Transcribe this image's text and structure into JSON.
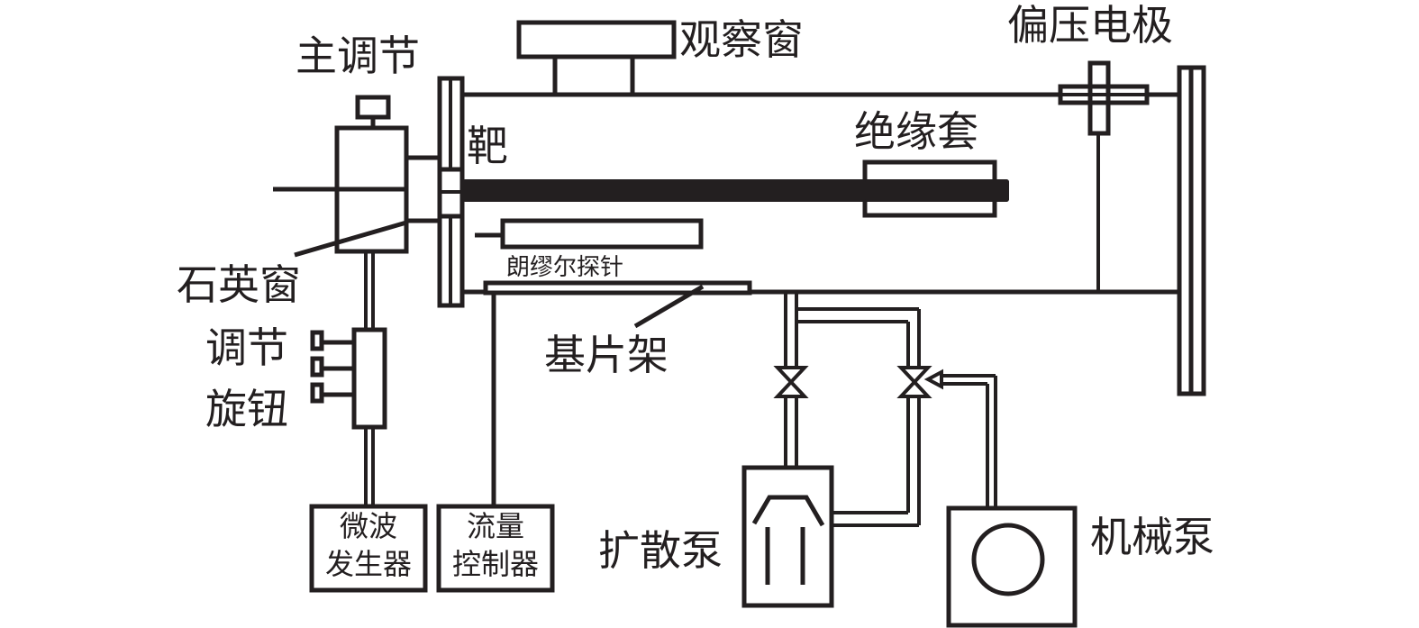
{
  "title": "微波等离子体装置示意图",
  "colors": {
    "line": "#231f20",
    "background": "#ffffff"
  },
  "labels": {
    "main_adjust": "主调节",
    "observation_window": "观察窗",
    "bias_electrode": "偏压电极",
    "target": "靶",
    "insulating_sleeve": "绝缘套",
    "quartz_window": "石英窗",
    "langmuir_probe": "朗缪尔探针",
    "substrate_holder": "基片架",
    "adjust_knob_line1": "调节",
    "adjust_knob_line2": "旋钮",
    "microwave_gen_line1": "微波",
    "microwave_gen_line2": "发生器",
    "flow_ctrl_line1": "流量",
    "flow_ctrl_line2": "控制器",
    "diffusion_pump": "扩散泵",
    "mechanical_pump": "机械泵"
  },
  "components": [
    {
      "id": "main-adjust-unit",
      "label_key": "main_adjust"
    },
    {
      "id": "observation-window",
      "label_key": "observation_window"
    },
    {
      "id": "bias-electrode",
      "label_key": "bias_electrode"
    },
    {
      "id": "target-flange",
      "label_key": "target"
    },
    {
      "id": "insulating-sleeve",
      "label_key": "insulating_sleeve"
    },
    {
      "id": "quartz-window",
      "label_key": "quartz_window"
    },
    {
      "id": "langmuir-probe",
      "label_key": "langmuir_probe"
    },
    {
      "id": "substrate-holder",
      "label_key": "substrate_holder"
    },
    {
      "id": "adjust-knobs",
      "count": 3
    },
    {
      "id": "microwave-generator"
    },
    {
      "id": "flow-controller"
    },
    {
      "id": "valve",
      "count": 2
    },
    {
      "id": "diffusion-pump",
      "label_key": "diffusion_pump"
    },
    {
      "id": "mechanical-pump",
      "label_key": "mechanical_pump"
    }
  ]
}
